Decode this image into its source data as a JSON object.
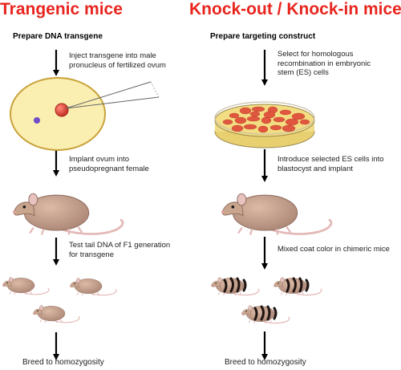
{
  "left": {
    "title": "Trangenic mice",
    "subtitle": "Prepare DNA transgene",
    "step1": "Inject transgene into male\npronucleus of fertilized ovum",
    "step2": "Implant ovum into\npseudopregnant female",
    "step3": "Test tail DNA of F1 generation\nfor transgene",
    "final": "Breed to homozygosity"
  },
  "right": {
    "title": "Knock-out / Knock-in mice",
    "subtitle": "Prepare targeting construct",
    "step1": "Select for homologous\nrecombination in embryonic\nstem (ES) cells",
    "step2": "Introduce selected ES cells into\nblastocyst and implant",
    "step3": "Mixed coat color in chimeric mice",
    "final": "Breed to homozygosity"
  },
  "colors": {
    "title": "#e8251f",
    "mouse_body": "#c9a58e",
    "mouse_dark": "#9c7868",
    "ear_tail": "#e7c2bf",
    "ovum_fill": "#faeeb1",
    "ovum_stroke": "#c8a23a",
    "nucleus": "#d8362a",
    "small_nucleus": "#6f4fc7",
    "dish_fill": "#f3dd82",
    "colony": "#e0563f",
    "chimera_stripe": "#1e1412"
  }
}
